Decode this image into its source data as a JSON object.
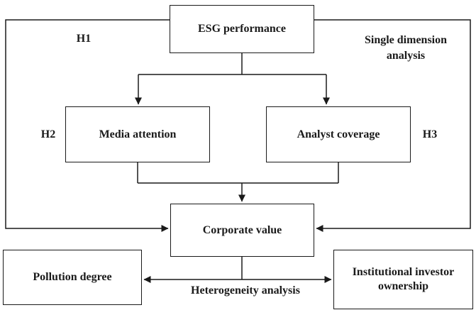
{
  "diagram": {
    "boxes": {
      "esg": "ESG performance",
      "media": "Media attention",
      "analyst": "Analyst coverage",
      "corporate": "Corporate value",
      "pollution": "Pollution degree",
      "institutional": "Institutional investor ownership"
    },
    "annotations": {
      "h1": "H1",
      "h2": "H2",
      "h3": "H3",
      "single_dimension": "Single dimension analysis",
      "heterogeneity": "Heterogeneity analysis"
    },
    "colors": {
      "line": "#1a1a1a",
      "background": "#ffffff",
      "text": "#1a1a1a"
    }
  }
}
